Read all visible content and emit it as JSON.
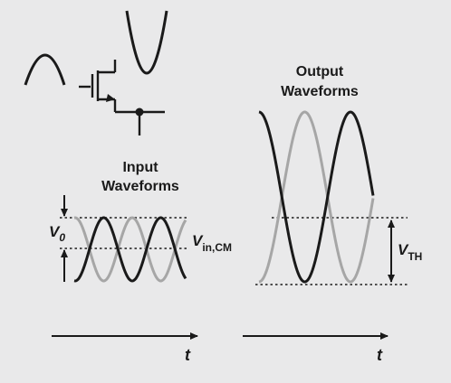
{
  "colors": {
    "background": "#e9e9ea",
    "primary_wave": "#1a1a1a",
    "secondary_wave": "#a6a6a6"
  },
  "input": {
    "heading_line1": "Input",
    "heading_line2": "Waveforms",
    "amplitude_label": "V",
    "amplitude_sub": "0",
    "cm_label": "V",
    "cm_sub": "in,CM"
  },
  "output": {
    "heading_line1": "Output",
    "heading_line2": "Waveforms",
    "threshold_label": "V",
    "threshold_sub": "TH"
  },
  "axes": {
    "left_time_label": "t",
    "right_time_label": "t"
  }
}
